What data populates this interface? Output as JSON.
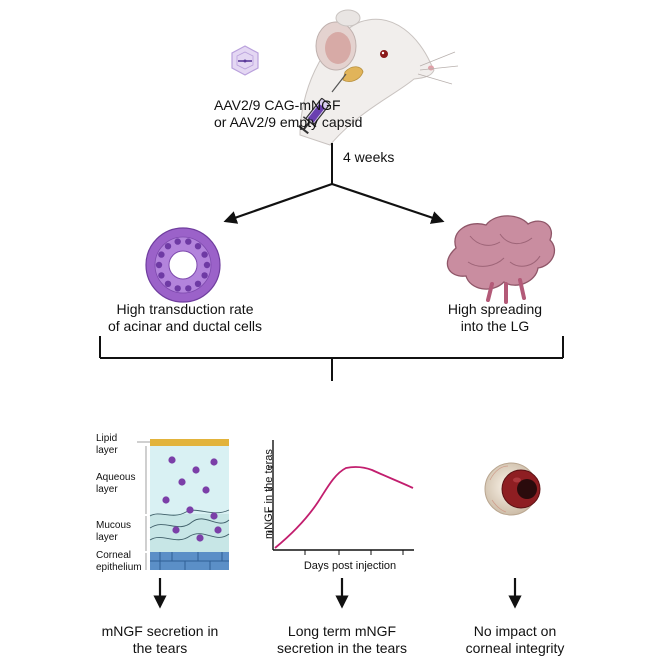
{
  "injection": {
    "line1": "AAV2/9 CAG-mNGF",
    "line2": "or AAV2/9 empty capsid"
  },
  "time_label": "4 weeks",
  "left_result": {
    "line1": "High transduction rate",
    "line2": "of acinar and ductal cells"
  },
  "right_result": {
    "line1": "High spreading",
    "line2": "into the LG"
  },
  "tear_film": {
    "lipid": [
      "Lipid",
      "layer"
    ],
    "aqueous": [
      "Aqueous",
      "layer"
    ],
    "mucous": [
      "Mucous",
      "layer"
    ],
    "epithelium": [
      "Corneal",
      "epithelium"
    ]
  },
  "plot": {
    "ylabel": "mNGF in the teras",
    "xlabel": "Days post injection"
  },
  "outcomes": [
    {
      "line1": "mNGF secretion in",
      "line2": "the tears"
    },
    {
      "line1": "Long term mNGF",
      "line2": "secretion in the tears"
    },
    {
      "line1": "No impact on",
      "line2": "corneal integrity"
    }
  ],
  "colors": {
    "arrow": "#111111",
    "lipid": "#e2b33b",
    "aqueous": "#d9f1f3",
    "epithelium": "#5b8fc7",
    "curve": "#c21e6e",
    "acinar": "#9b62c9",
    "gland": "#c98da0",
    "eye": "#8e1e22"
  }
}
